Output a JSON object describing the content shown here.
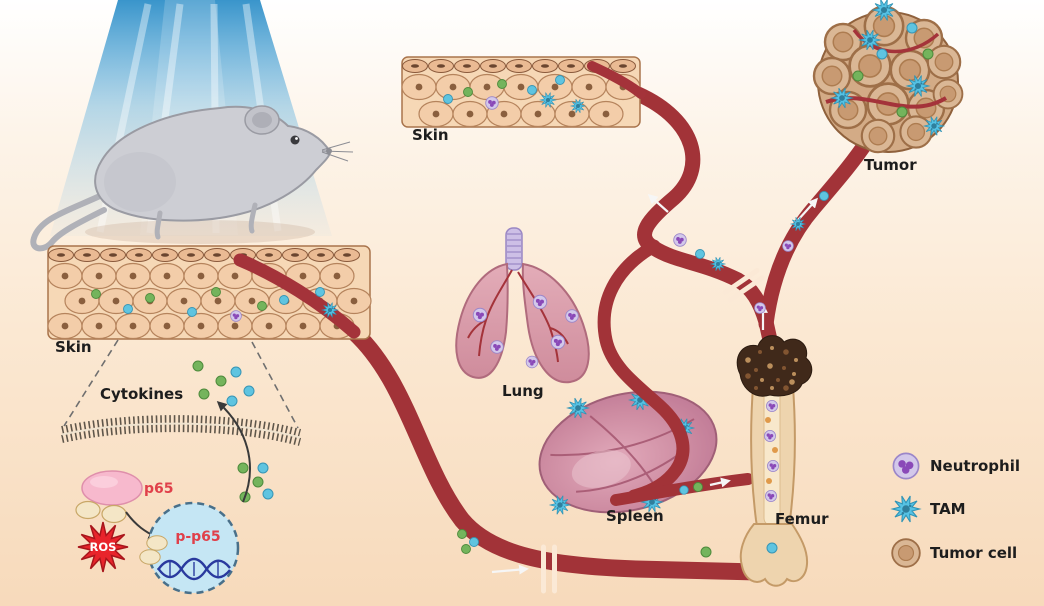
{
  "figure": {
    "type": "scientific-illustration",
    "organ_labels": {
      "skin_top": "Skin",
      "skin_left": "Skin",
      "tumor": "Tumor",
      "lung": "Lung",
      "spleen": "Spleen",
      "femur": "Femur"
    },
    "signaling": {
      "cytokines": "Cytokines",
      "p65": "p65",
      "p_p65": "p-p65",
      "ros": "ROS"
    },
    "legend": {
      "items": [
        {
          "id": "neutrophil",
          "icon": "neutrophil-icon",
          "label": "Neutrophil"
        },
        {
          "id": "tam",
          "icon": "tam-icon",
          "label": "TAM"
        },
        {
          "id": "tumor-cell",
          "icon": "tumor-cell-icon",
          "label": "Tumor cell"
        }
      ]
    },
    "illustrations": [
      "uv-light-beam",
      "mouse",
      "skin-cross-section-top",
      "skin-cross-section-left",
      "tumor-mass",
      "lungs",
      "spleen",
      "femur-bone",
      "blood-vessel-network",
      "cell-membrane",
      "nucleus-with-dna",
      "ros-burst",
      "p65-complex"
    ],
    "colors": {
      "background_bottom": "#f7dabb",
      "light_beam_blue": "#2f8fc8",
      "vessel_red": "#a23338",
      "cytokine_green": "#74b45c",
      "cytokine_blue": "#5fc4e0",
      "p65_pink": "#f7b9cd",
      "ros_red": "#e8242b",
      "nucleus_blue": "#c5e6f4",
      "skin_cell": "#f3cda9",
      "lung_pink": "#d697a5",
      "spleen_mauve": "#c9849b",
      "femur_bone": "#eed4ae",
      "tumor_cell_tan": "#dab795",
      "neutrophil_lavender": "#d3c8ea",
      "neutrophil_purple": "#8a49b8",
      "tam_blue": "#56c2e4",
      "mouse_gray": "#cdced4"
    }
  }
}
